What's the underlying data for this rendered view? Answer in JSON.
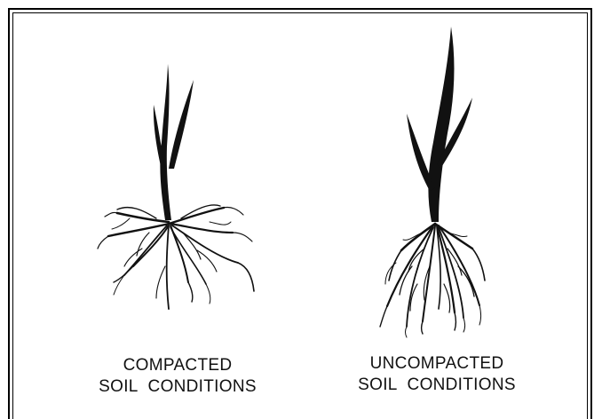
{
  "figure": {
    "left_panel": {
      "caption_line1": "COMPACTED",
      "caption_line2": "SOIL CONDITIONS"
    },
    "right_panel": {
      "caption_line1": "UNCOMPACTED",
      "caption_line2": "SOIL CONDITIONS"
    }
  },
  "colors": {
    "ink": "#111111",
    "background": "#ffffff"
  }
}
